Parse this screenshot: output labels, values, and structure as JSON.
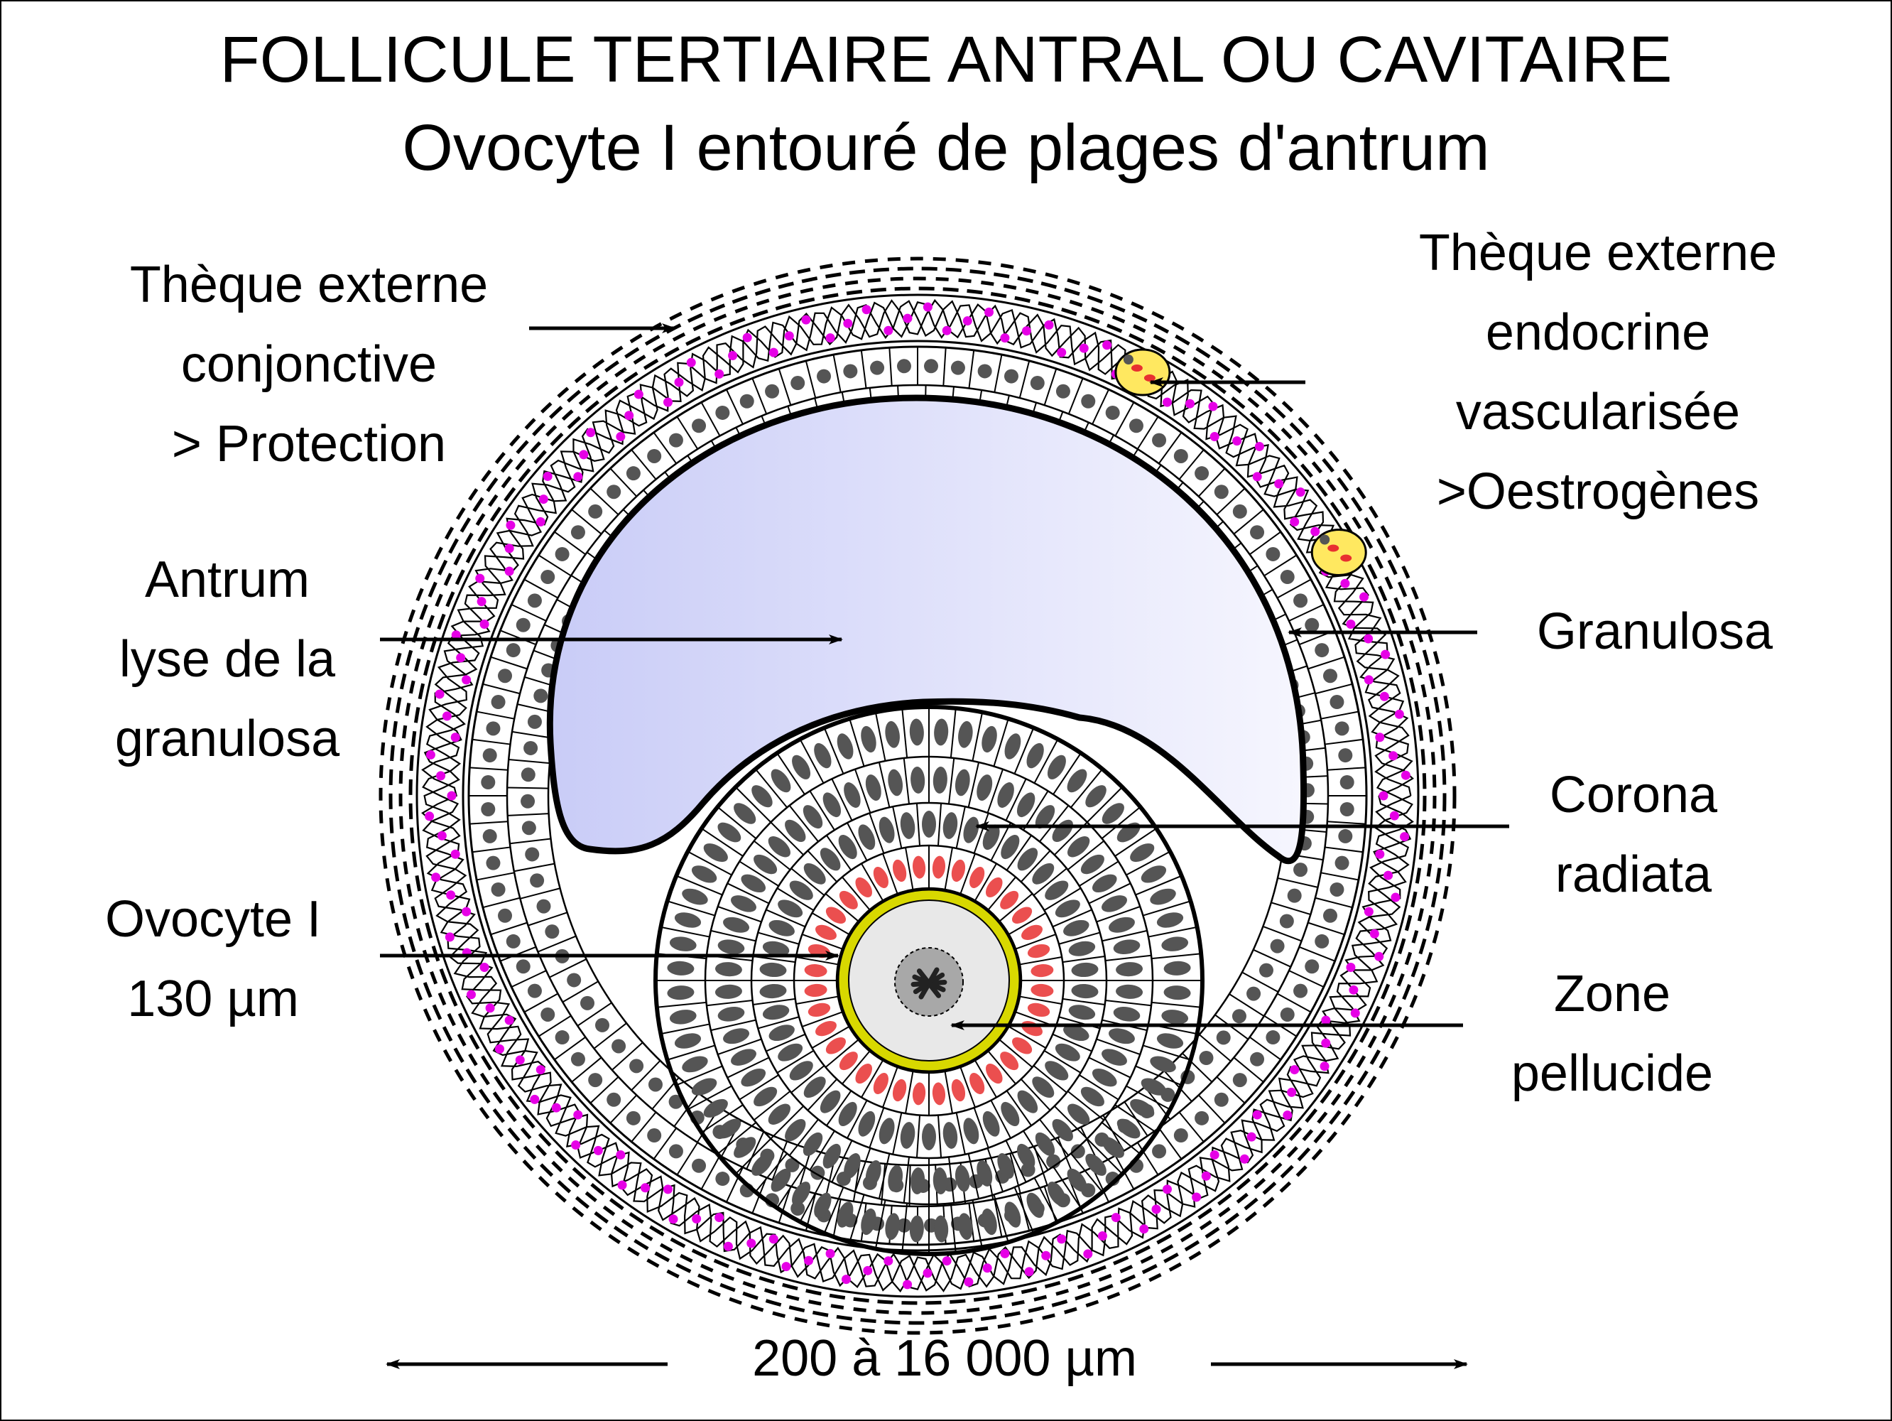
{
  "diagram": {
    "title": "FOLLICULE TERTIAIRE ANTRAL OU CAVITAIRE",
    "subtitle": "Ovocyte I entouré de plages d'antrum",
    "labels": {
      "theque_conjonctive": [
        "Thèque externe",
        "conjonctive",
        "> Protection"
      ],
      "theque_endocrine": [
        "Thèque externe",
        "endocrine",
        "vascularisée",
        ">Oestrogènes"
      ],
      "antrum": [
        "Antrum",
        "lyse de la",
        "granulosa"
      ],
      "granulosa": [
        "Granulosa"
      ],
      "ovocyte": [
        "Ovocyte I",
        "130 µm"
      ],
      "corona": [
        "Corona",
        "radiata"
      ],
      "zone": [
        "Zone",
        "pellucide"
      ],
      "scale": "200 à 16 000 µm"
    },
    "colors": {
      "antrum_fill_start": "#c9ccf7",
      "antrum_fill_end": "#f6f6fe",
      "theca_cell_dot": "#e600e6",
      "corona_nucleus": "#e83030",
      "zona_pellucida": "#d8d800",
      "ovocyte_cytoplasm": "#e8e8e8",
      "vessel_fill": "#ffe860",
      "nucleus_gray": "#555555"
    }
  }
}
